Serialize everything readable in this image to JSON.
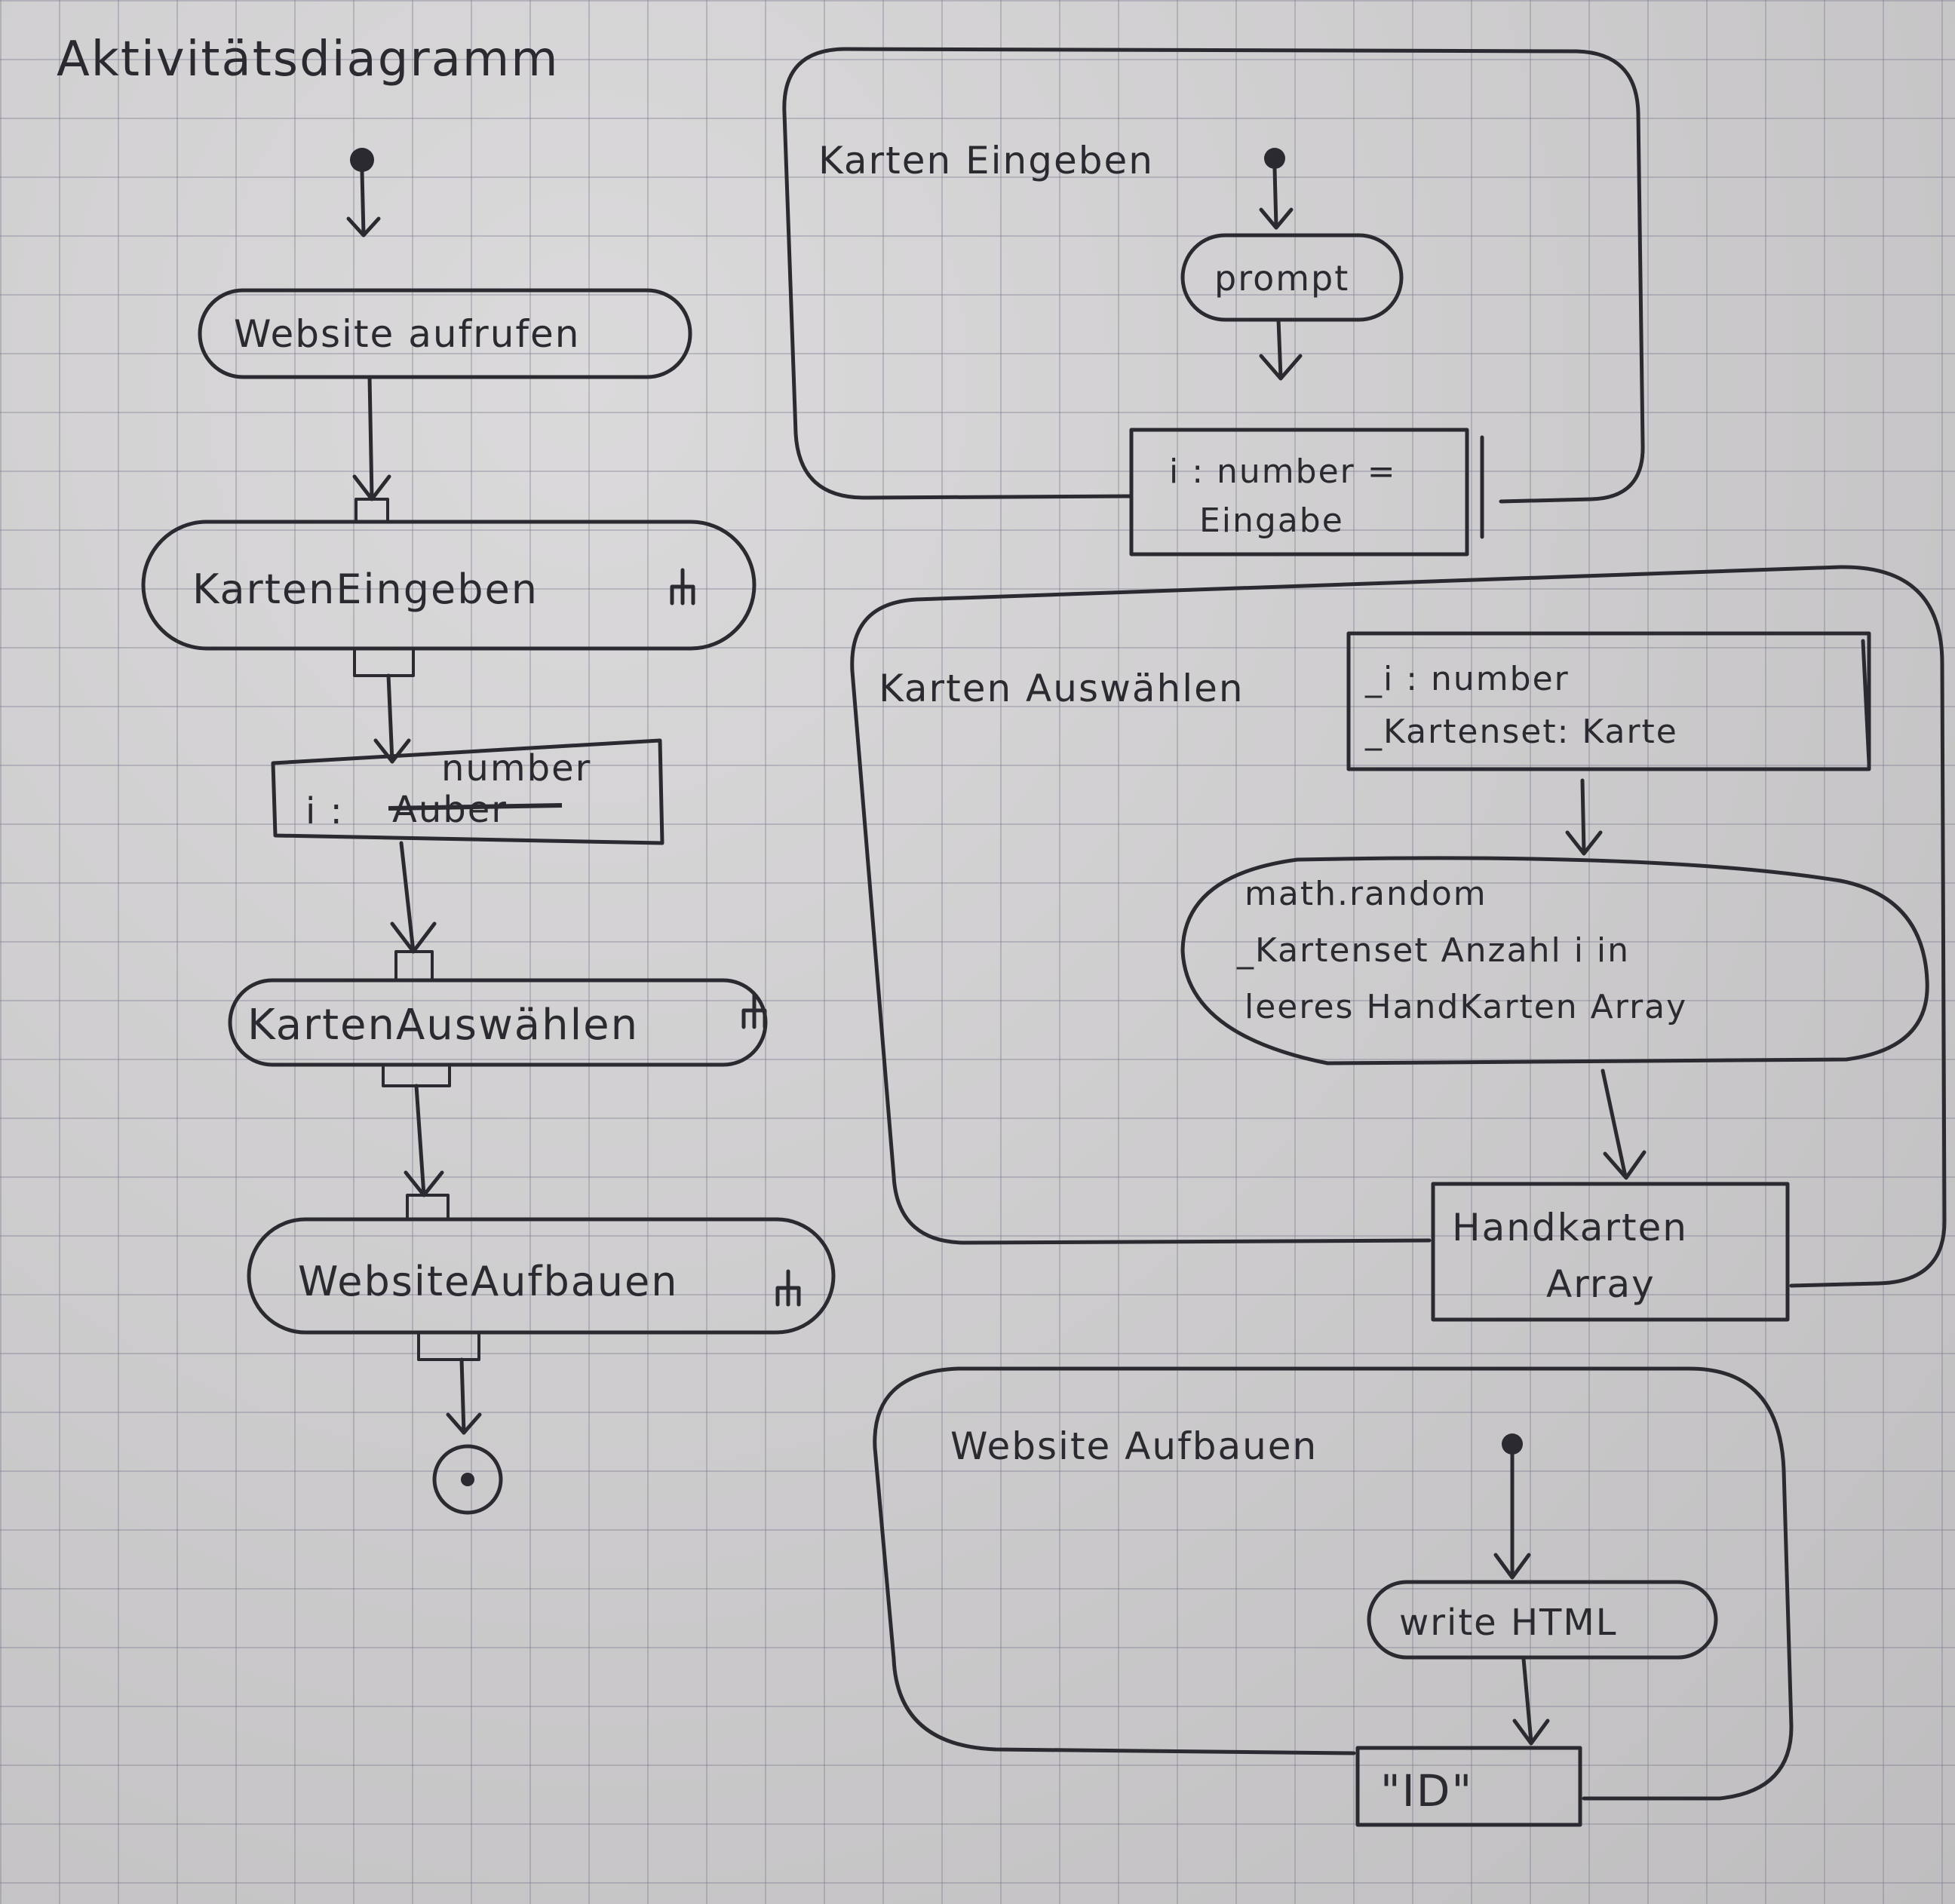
{
  "title": "Aktivitätsdiagramm",
  "main_flow": {
    "activities": {
      "website_aufrufen": "Website aufrufen",
      "karten_eingeben": "KartenEingeben",
      "karten_auswaehlen": "KartenAuswählen",
      "website_aufbauen": "WebsiteAufbauen"
    },
    "object_node": {
      "prefix": "i :",
      "crossed_out": "Auber",
      "correction": "number"
    }
  },
  "sub_karten_eingeben": {
    "title": "Karten Eingeben",
    "action": "prompt",
    "object_line1": "i : number =",
    "object_line2": "Eingabe"
  },
  "sub_karten_auswaehlen": {
    "title": "Karten Auswählen",
    "attr1": "_i : number",
    "attr2": "_Kartenset: Karte",
    "action_line1": "math.random",
    "action_line2": "_Kartenset Anzahl i in",
    "action_line3": "leeres HandKarten Array",
    "object_line1": "Handkarten",
    "object_line2": "Array"
  },
  "sub_website_aufbauen": {
    "title": "Website Aufbauen",
    "action": "write HTML",
    "object": "\"ID\""
  }
}
